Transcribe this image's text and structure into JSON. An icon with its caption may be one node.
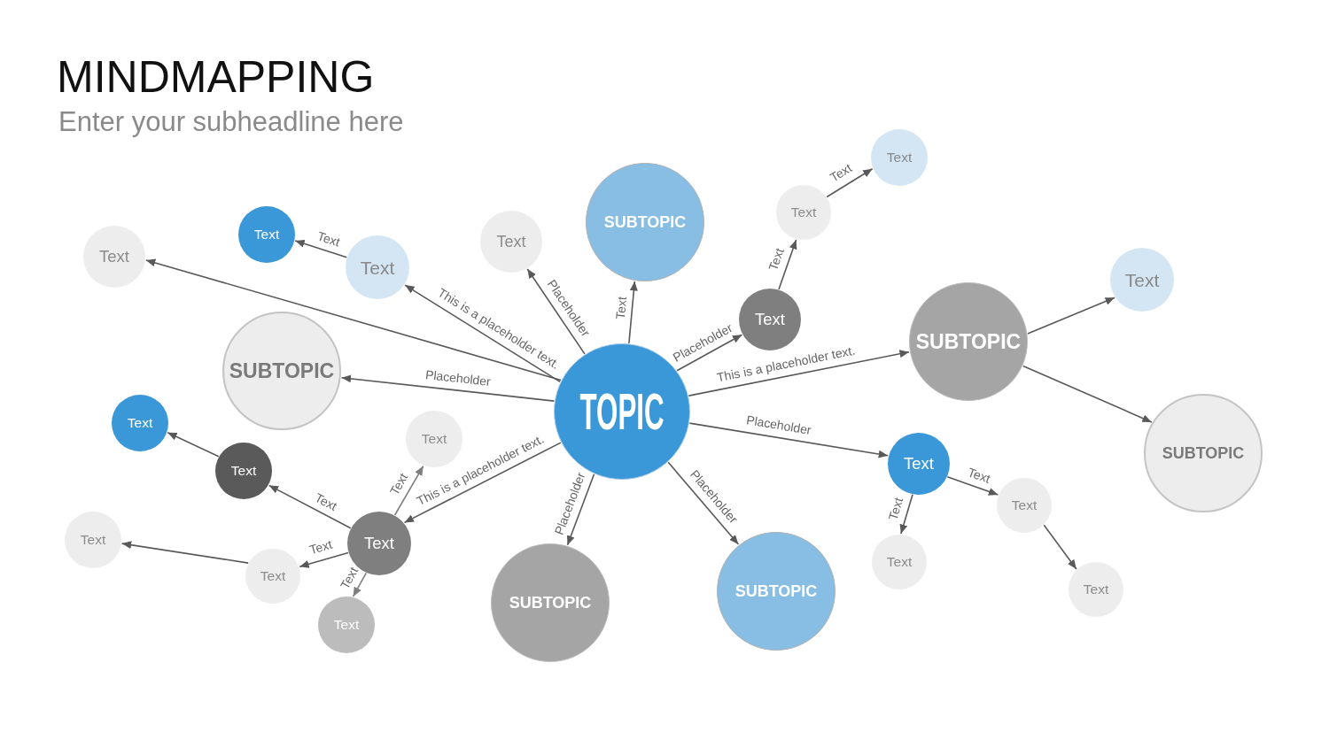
{
  "diagram": {
    "title": "MINDMAPPING",
    "nodes": [
      {
        "text": [
          "TOPIC"
        ]
      },
      {
        "text": [
          "Text"
        ]
      },
      {
        "text": [
          "Text"
        ]
      },
      {
        "text": [
          "SUBTOPIC"
        ]
      },
      {
        "text": [
          "Text"
        ]
      },
      {
        "text": [
          "Text"
        ]
      },
      {
        "text": [
          "Text"
        ]
      },
      {
        "text": [
          "Text"
        ]
      },
      {
        "text": [
          "Text"
        ]
      },
      {
        "text": [
          "Text"
        ]
      },
      {
        "text": [
          "SUBTOPIC"
        ]
      },
      {
        "text": [
          "SUBTOPIC"
        ]
      },
      {
        "text": [
          "Text"
        ]
      },
      {
        "text": [
          "Text"
        ]
      },
      {
        "text": [
          "SUBTOPIC"
        ]
      },
      {
        "text": [
          "Text"
        ]
      },
      {
        "text": [
          "Text"
        ]
      },
      {
        "text": [
          "Text"
        ]
      },
      {
        "text": [
          "Text"
        ]
      },
      {
        "text": [
          "Text"
        ]
      },
      {
        "text": [
          "Text"
        ]
      },
      {
        "text": [
          "Text"
        ]
      },
      {
        "text": [
          "Text"
        ]
      },
      {
        "text": [
          "SUBTOPIC"
        ]
      },
      {
        "text": [
          "SUBTOPIC"
        ]
      },
      {
        "text": [
          "Text"
        ]
      }
    ],
    "edges": [
      {
        "from": 0,
        "to": 3,
        "arrow": "to",
        "label": "Text"
      },
      {
        "from": 0,
        "to": 5,
        "arrow": "to",
        "label": "Placeholder"
      },
      {
        "from": 0,
        "to": 7,
        "arrow": "to",
        "label": "This is a placeholder text."
      },
      {
        "from": 0,
        "to": 6,
        "arrow": "to"
      },
      {
        "from": 0,
        "to": 11,
        "arrow": "to",
        "label": "Placeholder"
      },
      {
        "from": 0,
        "to": 9,
        "arrow": "to",
        "label": "Placeholder"
      },
      {
        "from": 0,
        "to": 10,
        "arrow": "to",
        "label": "This is a placeholder text."
      },
      {
        "from": 0,
        "to": 15,
        "arrow": "to",
        "label": "Placeholder"
      },
      {
        "from": 0,
        "to": 23,
        "arrow": "to",
        "label": "Placeholder"
      },
      {
        "from": 0,
        "to": 24,
        "arrow": "to",
        "label": "Placeholder"
      },
      {
        "from": 0,
        "to": 19,
        "arrow": "to",
        "label": "This is a placeholder text."
      },
      {
        "from": 7,
        "to": 4,
        "arrow": "to",
        "label": "Text"
      },
      {
        "from": 9,
        "to": 2,
        "arrow": "to",
        "label": "Text"
      },
      {
        "from": 2,
        "to": 1,
        "arrow": "to",
        "label": "Text"
      },
      {
        "from": 10,
        "to": 8,
        "arrow": "to"
      },
      {
        "from": 10,
        "to": 14,
        "arrow": "to"
      },
      {
        "from": 15,
        "to": 17,
        "arrow": "to",
        "label": "Text"
      },
      {
        "from": 15,
        "to": 20,
        "arrow": "to",
        "label": "Text"
      },
      {
        "from": 17,
        "to": 22,
        "arrow": "to"
      },
      {
        "from": 19,
        "to": 13,
        "arrow": "to",
        "label": "Text",
        "color": "#7f7f7f"
      },
      {
        "from": 19,
        "to": 16,
        "arrow": "to",
        "label": "Text"
      },
      {
        "from": 19,
        "to": 21,
        "arrow": "to",
        "label": "Text"
      },
      {
        "from": 19,
        "to": 25,
        "arrow": "to",
        "label": "Text",
        "color": "#7f7f7f"
      },
      {
        "from": 16,
        "to": 12,
        "arrow": "to"
      },
      {
        "from": 21,
        "to": 18,
        "arrow": "to"
      }
    ],
    "labels": [
      "Enter your subheadline here"
    ]
  }
}
